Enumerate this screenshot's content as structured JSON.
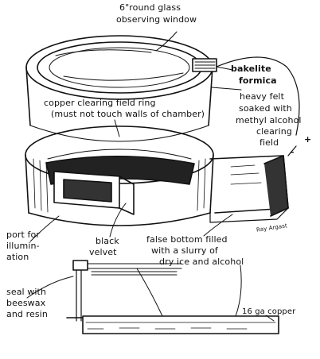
{
  "labels": {
    "window_1": "6\"round glass",
    "window_2": "observing window",
    "bakelite_1": "bakelite",
    "bakelite_2": "formica",
    "felt_1": "heavy felt",
    "felt_2": "soaked with",
    "felt_3": "methyl alcohol",
    "ring_1": "copper clearing field ring",
    "ring_2": "(must not touch walls of chamber)",
    "clearing_1": "clearing",
    "clearing_2": "field",
    "plus": "+",
    "minus": "–",
    "port_1": "port for",
    "port_2": "illumin-",
    "port_3": "ation",
    "velvet_1": "black",
    "velvet_2": "velvet",
    "false_1": "false bottom filled",
    "false_2": "with a slurry of",
    "false_3": "dry ice and alcohol",
    "seal_1": "seal with",
    "seal_2": "beeswax",
    "seal_3": "and resin",
    "copper": "16 ga copper",
    "signature": "Ray Argast"
  }
}
